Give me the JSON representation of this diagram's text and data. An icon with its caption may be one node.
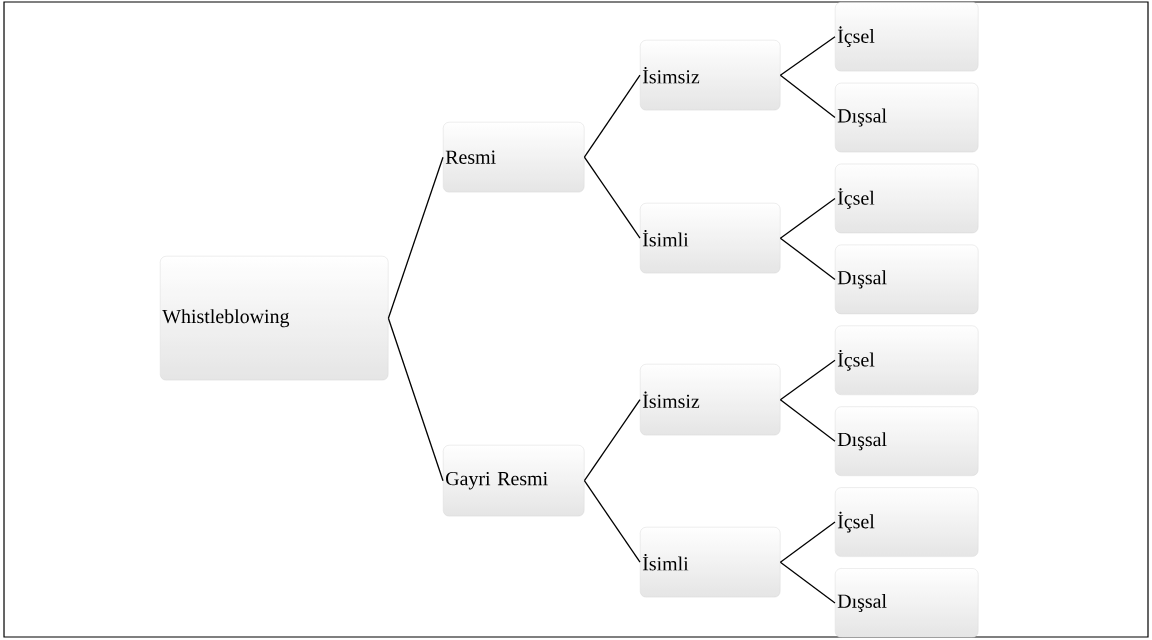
{
  "diagram": {
    "nodes": [
      {
        "text": [
          "Whistleblowing"
        ]
      },
      {
        "text": [
          "Resmi"
        ]
      },
      {
        "text": [
          "Gayri Resmi"
        ]
      },
      {
        "text": [
          "İsimsiz"
        ]
      },
      {
        "text": [
          "İsimli"
        ]
      },
      {
        "text": [
          "İsimsiz"
        ]
      },
      {
        "text": [
          "İsimli"
        ]
      },
      {
        "text": [
          "İçsel"
        ]
      },
      {
        "text": [
          "Dışsal"
        ]
      },
      {
        "text": [
          "İçsel"
        ]
      },
      {
        "text": [
          "Dışsal"
        ]
      },
      {
        "text": [
          "İçsel"
        ]
      },
      {
        "text": [
          "Dışsal"
        ]
      },
      {
        "text": [
          "İçsel"
        ]
      },
      {
        "text": [
          "Dışsal"
        ]
      }
    ],
    "edges": [
      {
        "from": 0,
        "to": 1,
        "arrow": "none"
      },
      {
        "from": 0,
        "to": 2,
        "arrow": "none"
      },
      {
        "from": 1,
        "to": 3,
        "arrow": "none"
      },
      {
        "from": 1,
        "to": 4,
        "arrow": "none"
      },
      {
        "from": 2,
        "to": 5,
        "arrow": "none"
      },
      {
        "from": 2,
        "to": 6,
        "arrow": "none"
      },
      {
        "from": 3,
        "to": 7,
        "arrow": "none"
      },
      {
        "from": 3,
        "to": 8,
        "arrow": "none"
      },
      {
        "from": 4,
        "to": 9,
        "arrow": "none"
      },
      {
        "from": 4,
        "to": 10,
        "arrow": "none"
      },
      {
        "from": 5,
        "to": 11,
        "arrow": "none"
      },
      {
        "from": 5,
        "to": 12,
        "arrow": "none"
      },
      {
        "from": 6,
        "to": 13,
        "arrow": "none"
      },
      {
        "from": 6,
        "to": 14,
        "arrow": "none"
      }
    ]
  }
}
